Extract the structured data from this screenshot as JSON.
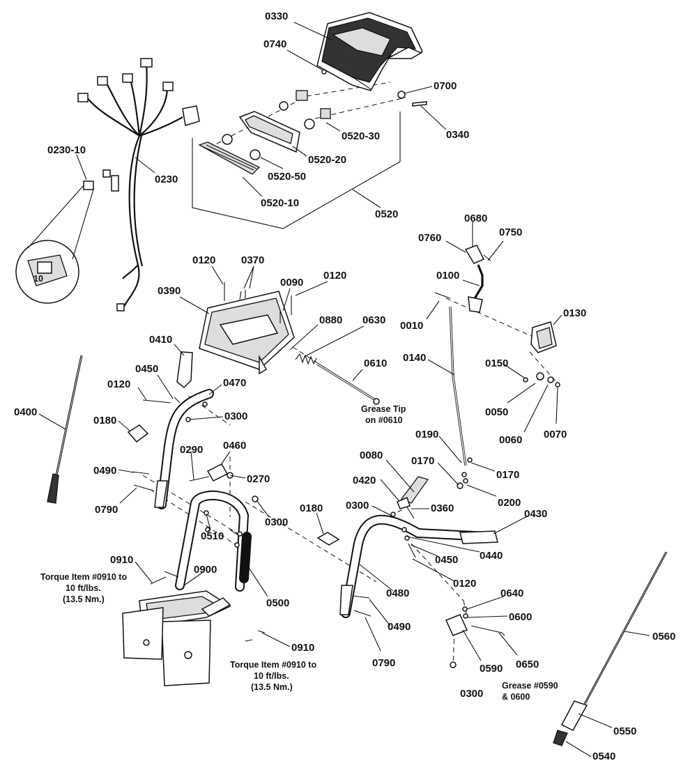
{
  "labels": [
    {
      "id": "p0330",
      "text": "0330"
    },
    {
      "id": "p0740",
      "text": "0740"
    },
    {
      "id": "p0700",
      "text": "0700"
    },
    {
      "id": "p0340",
      "text": "0340"
    },
    {
      "id": "p0520_30",
      "text": "0520-30"
    },
    {
      "id": "p0520_20",
      "text": "0520-20"
    },
    {
      "id": "p0520_50",
      "text": "0520-50"
    },
    {
      "id": "p0520_10",
      "text": "0520-10"
    },
    {
      "id": "p0520",
      "text": "0520"
    },
    {
      "id": "p0230_10",
      "text": "0230-10"
    },
    {
      "id": "p0230",
      "text": "0230"
    },
    {
      "id": "p0120_a",
      "text": "0120"
    },
    {
      "id": "p0370",
      "text": "0370"
    },
    {
      "id": "p0090",
      "text": "0090"
    },
    {
      "id": "p0120_b",
      "text": "0120"
    },
    {
      "id": "p0390",
      "text": "0390"
    },
    {
      "id": "p0880",
      "text": "0880"
    },
    {
      "id": "p0630",
      "text": "0630"
    },
    {
      "id": "p0610",
      "text": "0610"
    },
    {
      "id": "p0410",
      "text": "0410"
    },
    {
      "id": "p0450_a",
      "text": "0450"
    },
    {
      "id": "p0470",
      "text": "0470"
    },
    {
      "id": "p0120_c",
      "text": "0120"
    },
    {
      "id": "p0300_a",
      "text": "0300"
    },
    {
      "id": "p0400",
      "text": "0400"
    },
    {
      "id": "p0180_a",
      "text": "0180"
    },
    {
      "id": "p0290",
      "text": "0290"
    },
    {
      "id": "p0460",
      "text": "0460"
    },
    {
      "id": "p0270",
      "text": "0270"
    },
    {
      "id": "p0490_a",
      "text": "0490"
    },
    {
      "id": "p0790_a",
      "text": "0790"
    },
    {
      "id": "p0300_b",
      "text": "0300"
    },
    {
      "id": "p0510",
      "text": "0510"
    },
    {
      "id": "p0910_a",
      "text": "0910"
    },
    {
      "id": "p0900",
      "text": "0900"
    },
    {
      "id": "p0500",
      "text": "0500"
    },
    {
      "id": "p0910_b",
      "text": "0910"
    },
    {
      "id": "p0680",
      "text": "0680"
    },
    {
      "id": "p0760",
      "text": "0760"
    },
    {
      "id": "p0750",
      "text": "0750"
    },
    {
      "id": "p0100",
      "text": "0100"
    },
    {
      "id": "p0010",
      "text": "0010"
    },
    {
      "id": "p0130",
      "text": "0130"
    },
    {
      "id": "p0140",
      "text": "0140"
    },
    {
      "id": "p0150",
      "text": "0150"
    },
    {
      "id": "p0050",
      "text": "0050"
    },
    {
      "id": "p0060",
      "text": "0060"
    },
    {
      "id": "p0070",
      "text": "0070"
    },
    {
      "id": "p0190",
      "text": "0190"
    },
    {
      "id": "p0170_a",
      "text": "0170"
    },
    {
      "id": "p0170_b",
      "text": "0170"
    },
    {
      "id": "p0200",
      "text": "0200"
    },
    {
      "id": "p0080",
      "text": "0080"
    },
    {
      "id": "p0420",
      "text": "0420"
    },
    {
      "id": "p0300_c",
      "text": "0300"
    },
    {
      "id": "p0360",
      "text": "0360"
    },
    {
      "id": "p0180_b",
      "text": "0180"
    },
    {
      "id": "p0430",
      "text": "0430"
    },
    {
      "id": "p0440",
      "text": "0440"
    },
    {
      "id": "p0450_b",
      "text": "0450"
    },
    {
      "id": "p0120_d",
      "text": "0120"
    },
    {
      "id": "p0480",
      "text": "0480"
    },
    {
      "id": "p0490_b",
      "text": "0490"
    },
    {
      "id": "p0790_b",
      "text": "0790"
    },
    {
      "id": "p0640",
      "text": "0640"
    },
    {
      "id": "p0600",
      "text": "0600"
    },
    {
      "id": "p0590",
      "text": "0590"
    },
    {
      "id": "p0650",
      "text": "0650"
    },
    {
      "id": "p0300_d",
      "text": "0300"
    },
    {
      "id": "p0560",
      "text": "0560"
    },
    {
      "id": "p0550",
      "text": "0550"
    },
    {
      "id": "p0540",
      "text": "0540"
    }
  ],
  "notes": {
    "grease_tip_line1": "Grease Tip",
    "grease_tip_line2": "on #0610",
    "torque_a_line1": "Torque Item #0910 to",
    "torque_a_line2": "10 ft/lbs.",
    "torque_a_line3": "(13.5 Nm.)",
    "torque_b_line1": "Torque Item #0910 to",
    "torque_b_line2": "10 ft/lbs.",
    "torque_b_line3": "(13.5 Nm.)",
    "grease_0590_line1": "Grease #0590",
    "grease_0590_line2": "& 0600"
  },
  "fuse_marking": "10"
}
